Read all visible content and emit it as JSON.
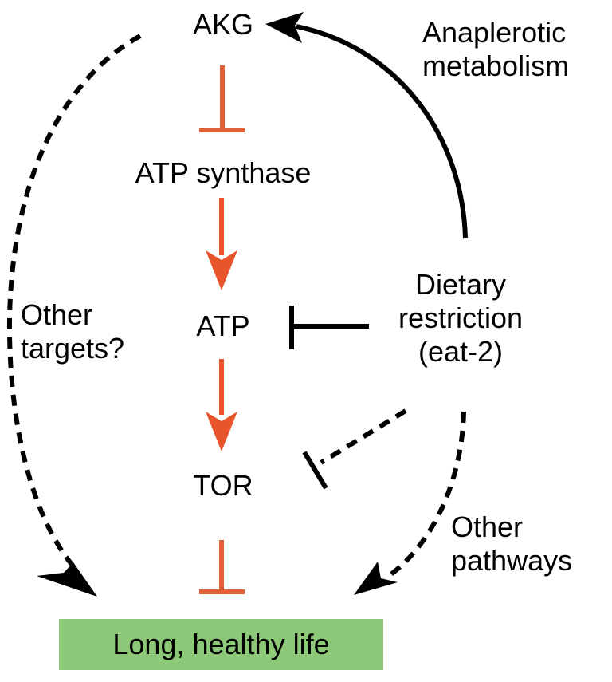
{
  "colors": {
    "activation": "#e8552c",
    "inhibition": "#e06038",
    "regulation": "#000000",
    "outcome_fill": "#8dc878"
  },
  "nodes": {
    "akg": "AKG",
    "atp_synthase": "ATP synthase",
    "atp": "ATP",
    "tor": "TOR",
    "dietary_restriction": [
      "Dietary",
      "restriction",
      "(eat-2)"
    ],
    "outcome": "Long, healthy life"
  },
  "annotations": {
    "anaplerotic": [
      "Anaplerotic",
      "metabolism"
    ],
    "other_targets": [
      "Other",
      "targets?"
    ],
    "other_pathways": [
      "Other",
      "pathways"
    ]
  },
  "edges": [
    {
      "from": "AKG",
      "to": "ATP synthase",
      "type": "inhibits",
      "style": "solid",
      "color": "activation"
    },
    {
      "from": "ATP synthase",
      "to": "ATP",
      "type": "activates",
      "style": "solid",
      "color": "activation"
    },
    {
      "from": "ATP",
      "to": "TOR",
      "type": "activates",
      "style": "solid",
      "color": "activation"
    },
    {
      "from": "TOR",
      "to": "Long, healthy life",
      "type": "inhibits",
      "style": "solid",
      "color": "activation"
    },
    {
      "from": "Dietary restriction (eat-2)",
      "to": "AKG",
      "type": "activates",
      "style": "solid",
      "label": "Anaplerotic metabolism"
    },
    {
      "from": "Dietary restriction (eat-2)",
      "to": "ATP",
      "type": "inhibits",
      "style": "solid"
    },
    {
      "from": "Dietary restriction (eat-2)",
      "to": "TOR",
      "type": "inhibits",
      "style": "dashed"
    },
    {
      "from": "Dietary restriction (eat-2)",
      "to": "Long, healthy life",
      "type": "activates",
      "style": "dashed",
      "label": "Other pathways"
    },
    {
      "from": "AKG",
      "to": "Long, healthy life",
      "type": "activates",
      "style": "dashed",
      "label": "Other targets?"
    }
  ]
}
